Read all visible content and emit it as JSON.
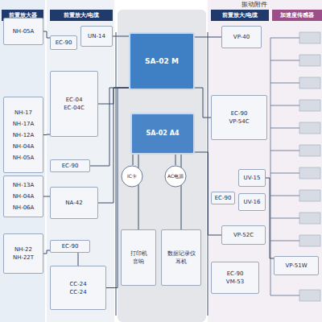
{
  "diagram": {
    "nodes": [
      {
        "text": [
          "前置放大器"
        ]
      },
      {
        "text": [
          "NH-05A"
        ]
      },
      {
        "text": [
          "NH-17",
          "NH-17A",
          "NH-12A",
          "NH-04A",
          "NH-05A"
        ]
      },
      {
        "text": [
          "NH-13A",
          "NH-04A",
          "NH-06A"
        ]
      },
      {
        "text": [
          "NH-22",
          "NH-22T"
        ]
      },
      {
        "text": [
          "前置放大/电缆"
        ]
      },
      {
        "text": [
          "UN-14"
        ]
      },
      {
        "text": [
          "EC-90"
        ]
      },
      {
        "text": [
          "EC-04",
          "EC-04C"
        ]
      },
      {
        "text": [
          "EC-90"
        ]
      },
      {
        "text": [
          "NA-42"
        ]
      },
      {
        "text": [
          "EC-90"
        ]
      },
      {
        "text": [
          "CC-24",
          "CC-24"
        ]
      },
      {
        "text": [
          "SA-02 M"
        ]
      },
      {
        "text": [
          "SA-02 A4"
        ]
      },
      {
        "text": [
          "IC卡"
        ]
      },
      {
        "text": [
          "AC电源"
        ]
      },
      {
        "text": [
          "打印机",
          "音响"
        ]
      },
      {
        "text": [
          "数据记录仪",
          "耳机"
        ]
      },
      {
        "text": [
          "前置放大/电缆"
        ]
      },
      {
        "text": [
          "加速度传感器"
        ]
      },
      {
        "text": [
          "VP-40"
        ]
      },
      {
        "text": [
          "EC-90",
          "VP-54C"
        ]
      },
      {
        "text": [
          "UV-15"
        ]
      },
      {
        "text": [
          "UV-16"
        ]
      },
      {
        "text": [
          "EC-90"
        ]
      },
      {
        "text": [
          "VP-52C"
        ]
      },
      {
        "text": [
          "EC-90",
          "VM-53"
        ]
      },
      {
        "text": [
          "VP-51W"
        ]
      }
    ],
    "edges": [
      {
        "from": 1,
        "to": 7,
        "arrow": "none"
      },
      {
        "from": 2,
        "to": 8,
        "arrow": "none"
      },
      {
        "from": 3,
        "to": 10,
        "arrow": "none"
      },
      {
        "from": 4,
        "to": 11,
        "arrow": "none"
      },
      {
        "from": 11,
        "to": 12,
        "arrow": "none"
      },
      {
        "from": 6,
        "to": 13,
        "arrow": "none"
      },
      {
        "from": 8,
        "to": 13,
        "arrow": "none"
      },
      {
        "from": 9,
        "to": 13,
        "arrow": "none"
      },
      {
        "from": 10,
        "to": 13,
        "arrow": "none"
      },
      {
        "from": 12,
        "to": 13,
        "arrow": "none"
      },
      {
        "from": 14,
        "to": 15,
        "arrow": "none"
      },
      {
        "from": 14,
        "to": 16,
        "arrow": "none"
      },
      {
        "from": 14,
        "to": 17,
        "arrow": "none"
      },
      {
        "from": 14,
        "to": 18,
        "arrow": "none"
      },
      {
        "from": 21,
        "to": 13,
        "arrow": "none"
      },
      {
        "from": 22,
        "to": 13,
        "arrow": "none"
      },
      {
        "from": 26,
        "to": 14,
        "arrow": "none"
      },
      {
        "from": 23,
        "to": 28,
        "arrow": "none"
      }
    ],
    "labels": [
      "振动附件"
    ]
  }
}
